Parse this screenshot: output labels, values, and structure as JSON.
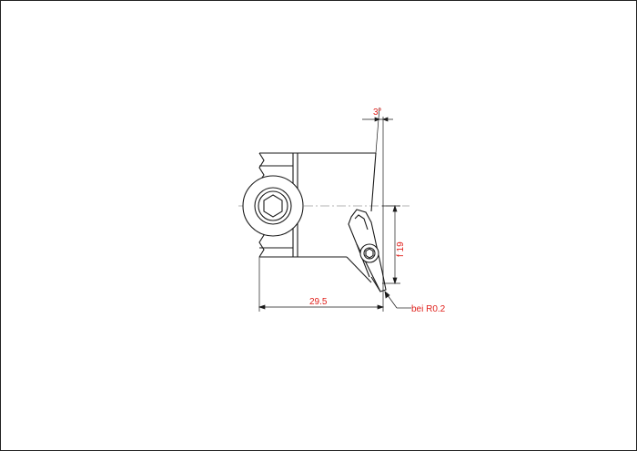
{
  "drawing": {
    "dimension_angle": "3°",
    "dimension_width": "29.5",
    "dimension_height": "f 19",
    "note_radius": "bei R0.2"
  },
  "colors": {
    "line": "#1a1a1a",
    "dimension_text": "#e0201b",
    "hidden_line": "#9a9a9a",
    "background": "#ffffff"
  }
}
